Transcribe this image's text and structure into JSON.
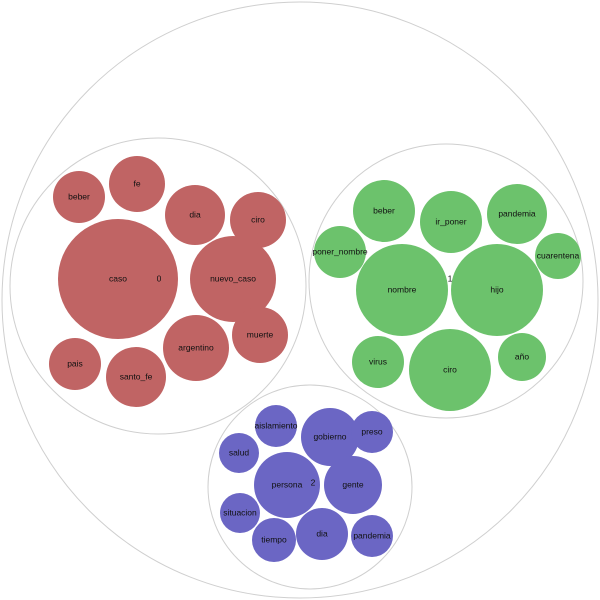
{
  "clusters": [
    {
      "label": "0",
      "color": "#c06464",
      "words": [
        "caso",
        "fe",
        "beber",
        "dia",
        "ciro",
        "nuevo_caso",
        "argentino",
        "muerte",
        "pais",
        "santo_fe"
      ]
    },
    {
      "label": "1",
      "color": "#6cc26c",
      "words": [
        "beber",
        "ir_poner",
        "pandemia",
        "poner_nombre",
        "cuarentena",
        "nombre",
        "hijo",
        "virus",
        "ciro",
        "año"
      ]
    },
    {
      "label": "2",
      "color": "#6b66c4",
      "words": [
        "aislamiento",
        "gobierno",
        "preso",
        "salud",
        "persona",
        "gente",
        "situacion",
        "tiempo",
        "dia",
        "pandemia"
      ]
    }
  ]
}
